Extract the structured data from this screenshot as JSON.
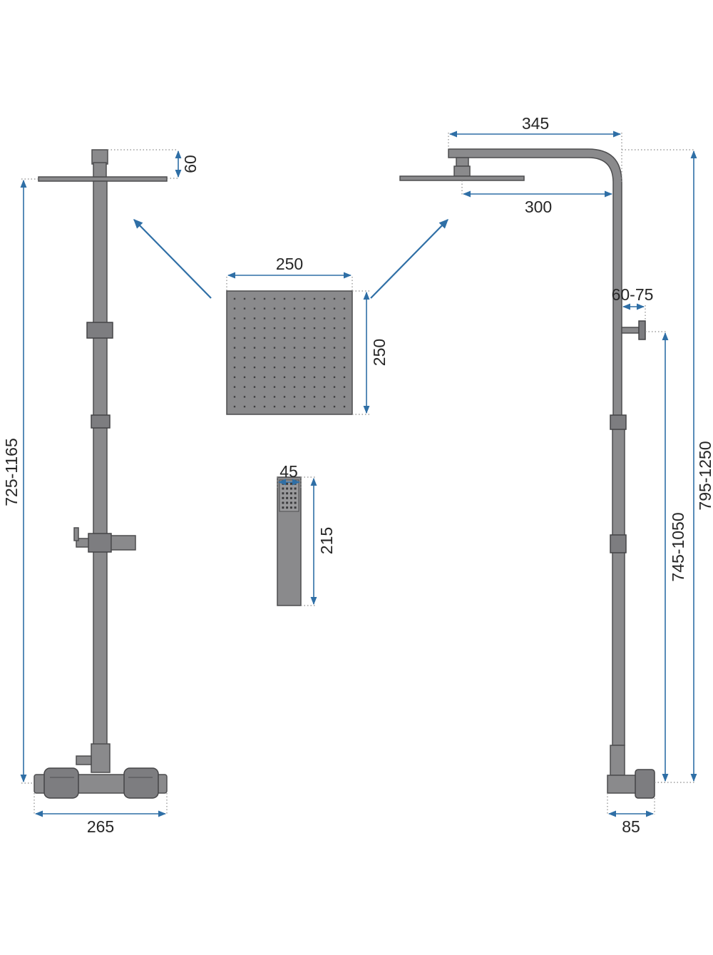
{
  "dimensions": {
    "headrest_height": "60",
    "left_height": "725-1165",
    "left_width": "265",
    "arm_outer": "345",
    "arm_inner": "300",
    "head_width": "250",
    "head_depth": "250",
    "hand_width": "45",
    "hand_length": "215",
    "holder_offset": "60-75",
    "holder_height": "745-1050",
    "total_height": "795-1250",
    "valve_depth": "85"
  },
  "colors": {
    "metal": "#8a8a8c",
    "dimension_line": "#2f6fa6",
    "extension_line": "#8a8a8a"
  },
  "head_nozzle_grid": {
    "rows": 12,
    "cols": 12
  },
  "hand_nozzle_grid": {
    "rows": 6,
    "cols": 4
  }
}
